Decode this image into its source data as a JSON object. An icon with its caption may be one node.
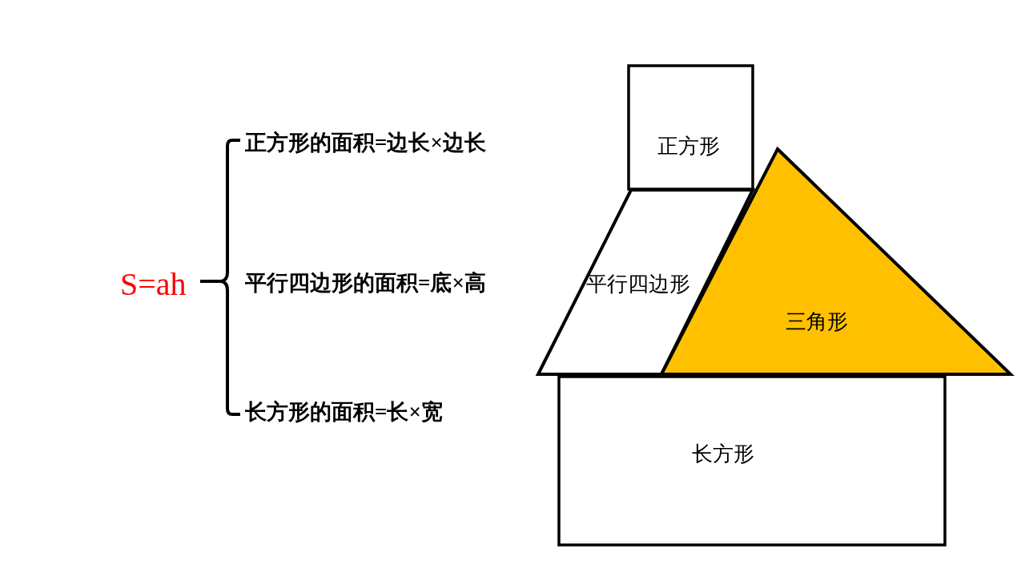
{
  "diagram": {
    "nodes": [
      {
        "text": [
          "正方形"
        ]
      },
      {
        "text": [
          "平行四边形"
        ]
      },
      {
        "text": [
          "三角形"
        ]
      },
      {
        "text": [
          "长方形"
        ]
      }
    ],
    "edges": [],
    "labels": [
      "S=ah",
      "正方形的面积=边长×边长",
      "平行四边形的面积=底×高",
      "长方形的面积=长×宽"
    ]
  }
}
